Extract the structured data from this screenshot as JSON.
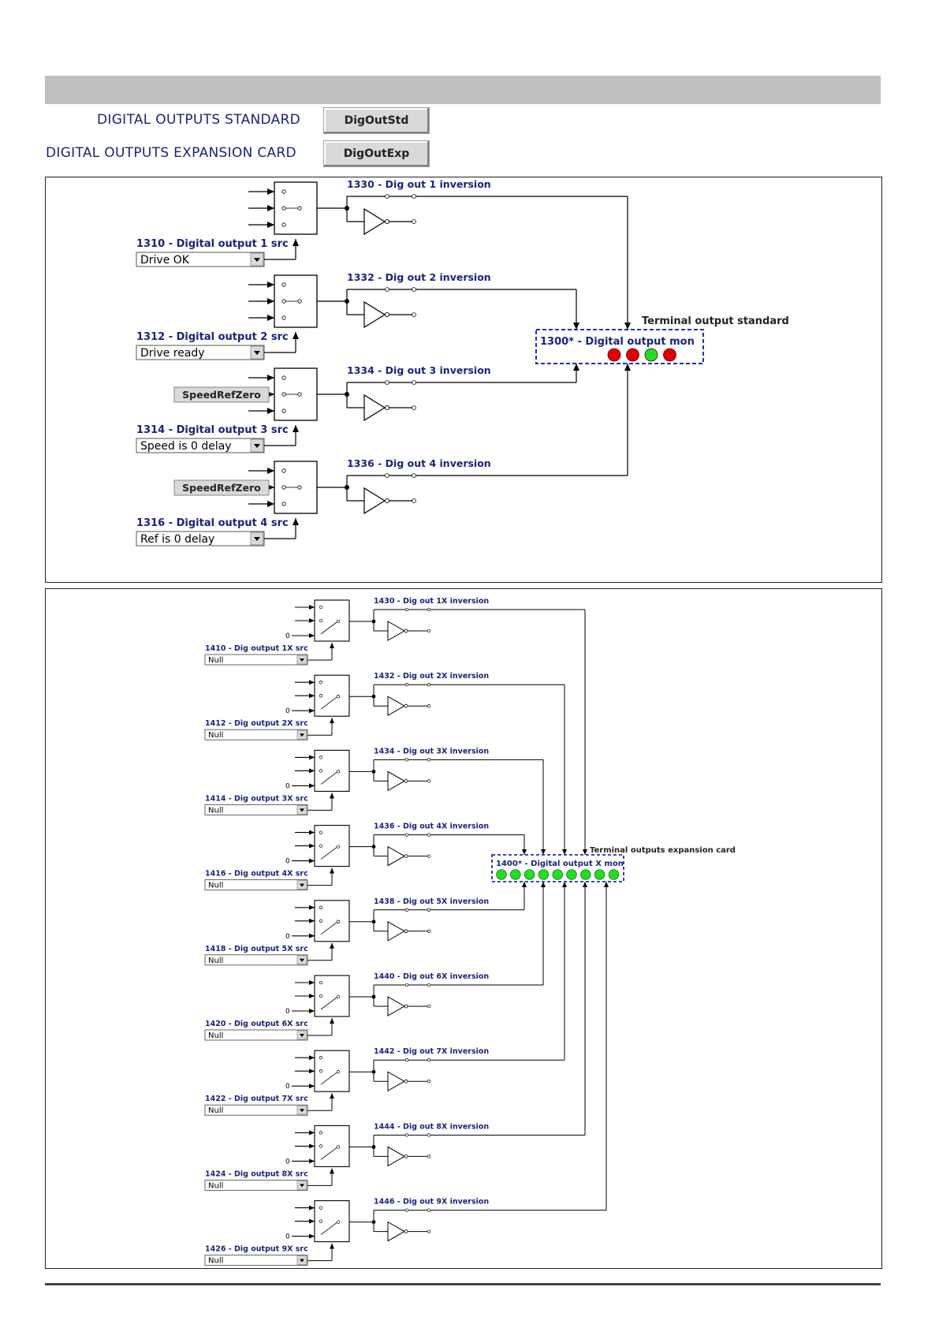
{
  "menu": [
    {
      "label": "DIGITAL OUTPUTS STANDARD",
      "button": "DigOutStd"
    },
    {
      "label": "DIGITAL OUTPUTS EXPANSION CARD",
      "button": "DigOutExp"
    }
  ],
  "standard": {
    "terminal_label": "Terminal output standard",
    "monitor_label": "1300* - Digital output mon",
    "leds": [
      "red",
      "red",
      "green",
      "red"
    ],
    "channels": [
      {
        "inversion": "1330 - Dig out 1 inversion",
        "src_label": "1310 - Digital output 1 src",
        "src_value": "Drive OK",
        "extra_button": ""
      },
      {
        "inversion": "1332 - Dig out 2 inversion",
        "src_label": "1312 - Digital output 2 src",
        "src_value": "Drive ready",
        "extra_button": ""
      },
      {
        "inversion": "1334 - Dig out 3 inversion",
        "src_label": "1314 - Digital output 3 src",
        "src_value": "Speed is 0 delay",
        "extra_button": "SpeedRefZero"
      },
      {
        "inversion": "1336 - Dig out 4 inversion",
        "src_label": "1316 - Digital output 4 src",
        "src_value": "Ref is 0 delay",
        "extra_button": "SpeedRefZero"
      }
    ]
  },
  "expansion": {
    "terminal_label": "Terminal outputs expansion card",
    "monitor_label": "1400* - Digital output X mon",
    "leds": [
      "green",
      "green",
      "green",
      "green",
      "green",
      "green",
      "green",
      "green",
      "green"
    ],
    "zero_label": "0",
    "channels": [
      {
        "inversion": "1430 - Dig out 1X inversion",
        "src_label": "1410 - Dig output 1X src",
        "src_value": "Null"
      },
      {
        "inversion": "1432 - Dig out 2X inversion",
        "src_label": "1412 - Dig output 2X src",
        "src_value": "Null"
      },
      {
        "inversion": "1434 - Dig out 3X inversion",
        "src_label": "1414 - Dig output 3X src",
        "src_value": "Null"
      },
      {
        "inversion": "1436 - Dig out 4X inversion",
        "src_label": "1416 - Dig output 4X src",
        "src_value": "Null"
      },
      {
        "inversion": "1438 - Dig out 5X inversion",
        "src_label": "1418 - Dig output 5X src",
        "src_value": "Null"
      },
      {
        "inversion": "1440 - Dig out 6X inversion",
        "src_label": "1420 - Dig output 6X src",
        "src_value": "Null"
      },
      {
        "inversion": "1442 - Dig out 7X inversion",
        "src_label": "1422 - Dig output 7X src",
        "src_value": "Null"
      },
      {
        "inversion": "1444 - Dig out 8X inversion",
        "src_label": "1424 - Dig output 8X src",
        "src_value": "Null"
      },
      {
        "inversion": "1446 - Dig out 9X inversion",
        "src_label": "1426 - Dig output 9X src",
        "src_value": "Null"
      }
    ]
  },
  "colors": {
    "led_red": "#e00000",
    "led_green": "#22dd22",
    "label_blue": "#1a237e",
    "monitor_border": "#1f2fbf"
  }
}
